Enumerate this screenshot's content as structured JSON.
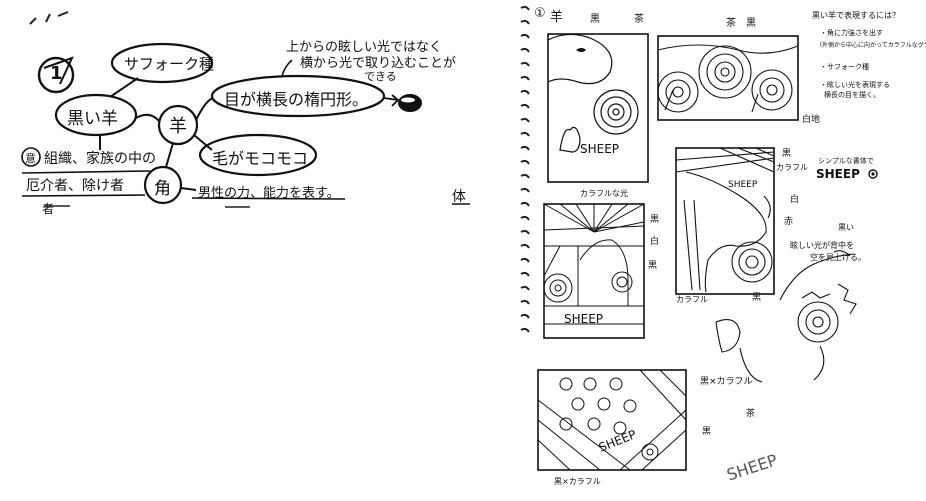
{
  "mindmap": {
    "number": "1",
    "nodes": {
      "suffolk": "サフォーク種",
      "kuroi_hitsuji": "黒い羊",
      "hitsuji": "羊",
      "me": "目が横長の楕円形。",
      "ke": "毛がモコモコ",
      "tsuno": "角"
    },
    "note_top_1": "上からの眩しい光ではなく",
    "note_top_2": "横から光で取り込むことが",
    "note_top_3": "できる",
    "tsuno_note": "男性の力、能力を表す。",
    "left_note_1": "組織、家族の中の",
    "left_note_2": "厄介者、除け者",
    "left_prefix": "意",
    "cut_bottom": "者",
    "cut_right": "体"
  },
  "sketchbook": {
    "header_num": "①",
    "header_hitsuji": "羊",
    "header_kuro": "黒",
    "header_cha": "茶",
    "panel_a_text": "SHEEP",
    "panel_b_label_1": "黒",
    "panel_b_label_2": "茶",
    "panel_b_side": "白地",
    "panel_c_text": "SHEEP",
    "panel_c_labels": [
      "黒",
      "カラフル",
      "白",
      "赤"
    ],
    "panel_d_text": "SHEEP",
    "panel_d_labels": [
      "黒",
      "白",
      "黒"
    ],
    "panel_d_top": "カラフルな光",
    "panel_e_text": "SHEEP",
    "panel_e_labels": [
      "黒×カラフル",
      "黒"
    ],
    "panel_e_bottom": "黒×カラフル",
    "c_bottom": "カラフル",
    "c_side_kuro": "黒",
    "notes_title": "黒い羊で表現するには？",
    "notes_list": [
      "・角に力強さを出す",
      "・サフォーク種",
      "・眩しい光を表現する"
    ],
    "notes_sub_1": "（外側から中心に向かってカラフルなグラデーション）",
    "notes_sub_2": "横長の目を描く。",
    "sheep_logo": "SHEEP",
    "sheep_logo_note": "シンプルな書体で",
    "kuroi_label": "黒い",
    "mabushii": "眩しい光が背中を",
    "mabushii_2": "空を見上げる。",
    "cha_label": "茶",
    "scatter_word": "SHEEP"
  }
}
